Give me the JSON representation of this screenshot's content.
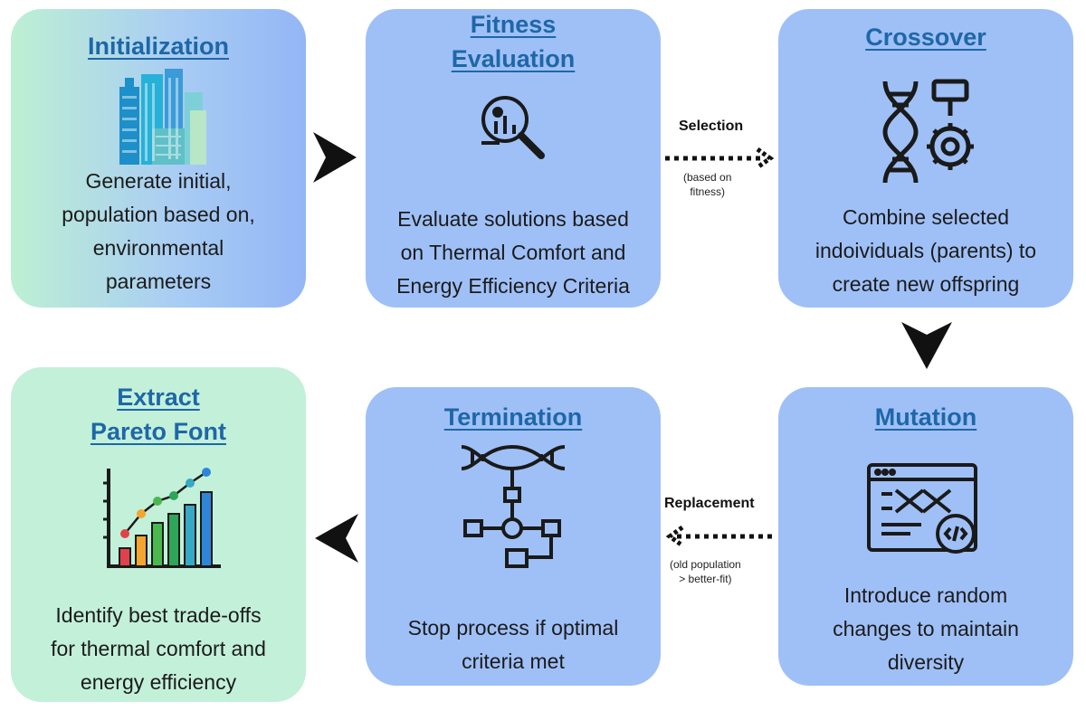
{
  "steps": {
    "initialization": {
      "title": "Initialization",
      "lines": [
        "Generate initial,",
        "population based on,",
        "environmental",
        "parameters"
      ]
    },
    "fitness": {
      "title_line1": "Fitness",
      "title_line2": "Evaluation",
      "lines": [
        "Evaluate solutions based",
        "on Thermal Comfort and",
        "Energy Efficiency Criteria"
      ]
    },
    "crossover": {
      "title": "Crossover",
      "lines": [
        "Combine selected",
        "indoividuals (parents) to",
        "create new offspring"
      ]
    },
    "mutation": {
      "title": "Mutation",
      "lines": [
        "Introduce random",
        "changes to maintain",
        "diversity"
      ]
    },
    "termination": {
      "title": "Termination",
      "lines": [
        "Stop process if optimal",
        "criteria met"
      ]
    },
    "extract": {
      "title_line1": "Extract",
      "title_line2": "Pareto Font",
      "lines": [
        "Identify best trade-offs",
        "for thermal comfort and",
        "energy efficiency"
      ]
    }
  },
  "connectors": {
    "selection": {
      "label": "Selection",
      "note_line1": "(based on",
      "note_line2": "fitness)"
    },
    "replacement": {
      "label": "Replacement",
      "note_line1": "(old population",
      "note_line2": "> better-fit)"
    }
  },
  "icons": {
    "initialization": "city-buildings-icon",
    "fitness": "magnifier-analytics-icon",
    "crossover": "dna-gear-icon",
    "mutation": "browser-dna-code-icon",
    "termination": "dna-flowchart-icon",
    "extract": "bar-line-chart-icon"
  },
  "colors": {
    "card_blue": "#9fc0f7",
    "card_mint": "#c3f0d9",
    "title": "#1e67a8",
    "arrow": "#111111"
  }
}
